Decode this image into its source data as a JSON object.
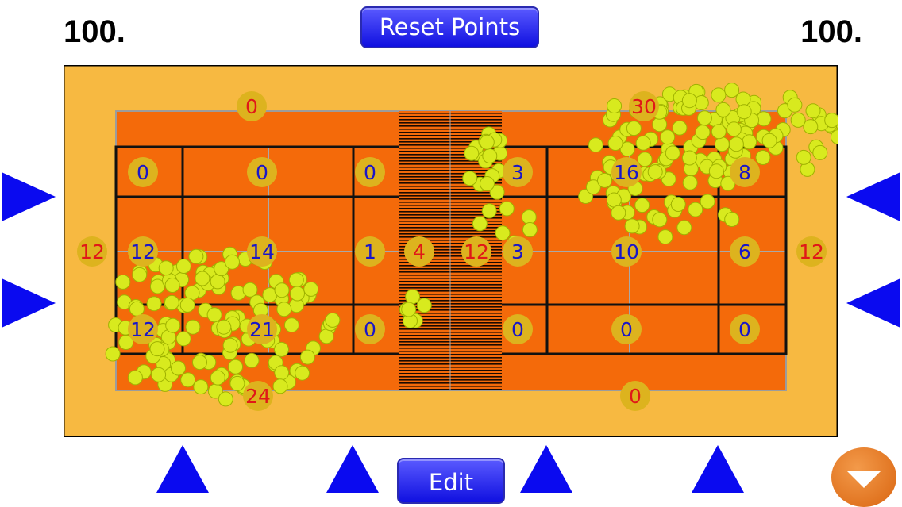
{
  "header": {
    "left_score": "100.",
    "right_score": "100.",
    "reset_label": "Reset Points"
  },
  "footer": {
    "edit_label": "Edit"
  },
  "colors": {
    "surround": "#f7b941",
    "court": "#f46a0a",
    "bubble": "#ddb31e",
    "number_blue": "#1a16c8",
    "number_red": "#e01818",
    "arrow": "#0a0af0",
    "ball": "#d8ea1e"
  },
  "icons": [
    "play-right-icon",
    "play-left-icon",
    "triangle-up-icon",
    "chevron-down-icon"
  ],
  "zones": {
    "left": {
      "top_out": "0",
      "bottom_out": "24",
      "side_out": "12",
      "net_short": "4",
      "grid": [
        [
          "0",
          "0",
          "0"
        ],
        [
          "12",
          "14",
          "1"
        ],
        [
          "12",
          "21",
          "0"
        ]
      ]
    },
    "right": {
      "top_out": "30",
      "bottom_out": "0",
      "side_out": "12",
      "net_short": "12",
      "grid": [
        [
          "3",
          "16",
          "8"
        ],
        [
          "3",
          "10",
          "6"
        ],
        [
          "0",
          "0",
          "0"
        ]
      ]
    }
  }
}
